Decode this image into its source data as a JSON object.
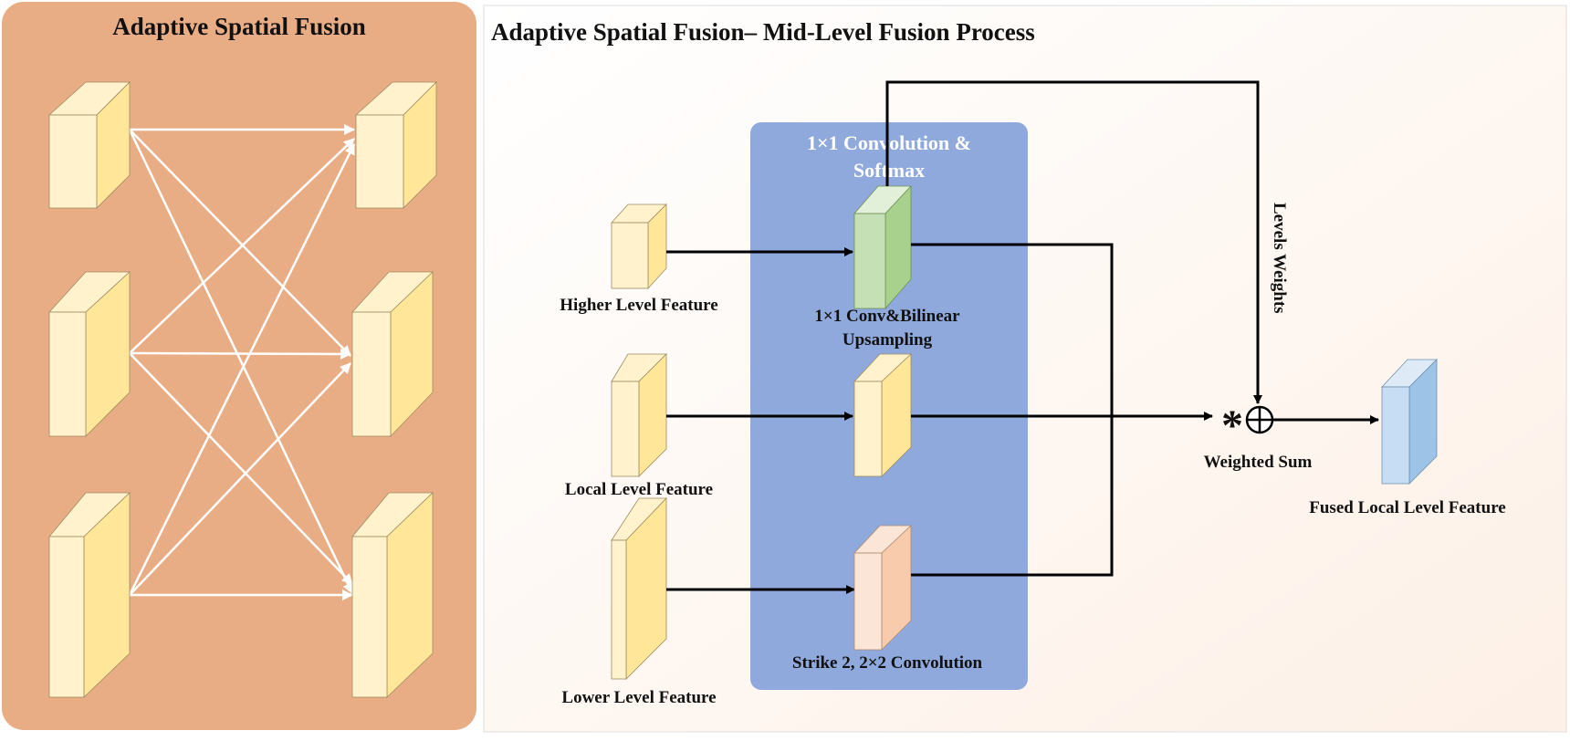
{
  "left_panel": {
    "title": "Adaptive Spatial Fusion",
    "bg_color": "#e9ad86"
  },
  "right_panel": {
    "title": "Adaptive Spatial Fusion–  Mid-Level Fusion Process",
    "conv_box_title_line1": "1×1 Convolution &",
    "conv_box_title_line2": "Softmax",
    "conv_box_color": "#8fa9dc",
    "labels": {
      "higher": "Higher Level Feature",
      "local": "Local Level Feature",
      "lower": "Lower Level Feature",
      "upsample_line1": "1×1 Conv&Bilinear",
      "upsample_line2": "Upsampling",
      "strike": "Strike 2, 2×2 Convolution",
      "levels_weights": "Levels Weights",
      "weighted_sum": "Weighted Sum",
      "fused": "Fused Local Level Feature",
      "multiply_symbol": "*"
    }
  },
  "colors": {
    "yellow_front": "#fff2cc",
    "yellow_side": "#ffe699",
    "green_front": "#c5e0b4",
    "green_side": "#a9d18e",
    "peach_front": "#fbe5d6",
    "peach_side": "#f8cbad",
    "blue_front": "#c7ddf3",
    "blue_side": "#9dc3e6"
  }
}
